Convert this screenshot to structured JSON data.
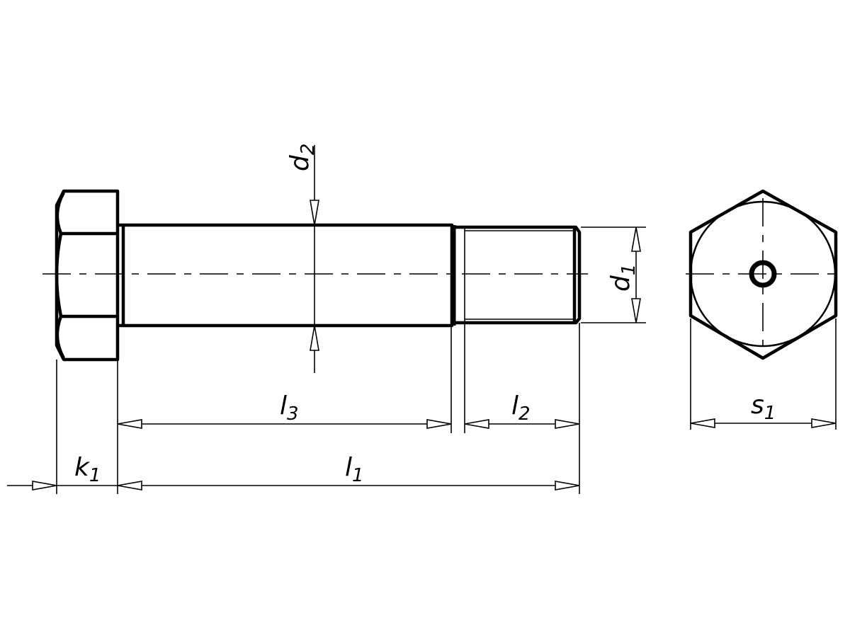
{
  "labels": {
    "d2": {
      "base": "d",
      "sub": "2"
    },
    "d1": {
      "base": "d",
      "sub": "1"
    },
    "l3": {
      "base": "l",
      "sub": "3"
    },
    "l2": {
      "base": "l",
      "sub": "2"
    },
    "l1": {
      "base": "l",
      "sub": "1"
    },
    "k1": {
      "base": "k",
      "sub": "1"
    },
    "s1": {
      "base": "s",
      "sub": "1"
    }
  }
}
